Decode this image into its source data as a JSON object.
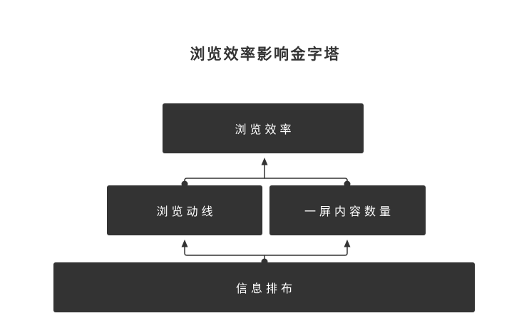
{
  "title": "浏览效率影响金字塔",
  "colors": {
    "background": "#ffffff",
    "node_bg": "#333333",
    "node_text": "#ffffff",
    "line": "#333333",
    "title_text": "#333333"
  },
  "pyramid": {
    "top": {
      "label": "浏览效率"
    },
    "middle_left": {
      "label": "浏览动线"
    },
    "middle_right": {
      "label": "一屏内容数量"
    },
    "bottom": {
      "label": "信息排布"
    }
  }
}
